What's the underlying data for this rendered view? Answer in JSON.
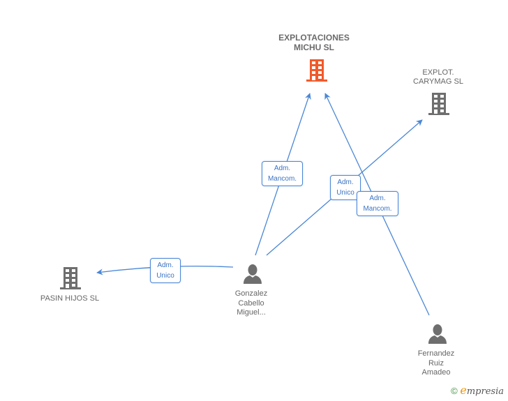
{
  "colors": {
    "edge": "#4a87d6",
    "main_company": "#f15a2b",
    "company": "#6e6e6e",
    "person": "#6e6e6e"
  },
  "nodes": {
    "explotaciones_michu": {
      "label_line1": "EXPLOTACIONES",
      "label_line2": "MICHU SL",
      "icon": "building-icon",
      "highlight": true
    },
    "explot_carymag": {
      "label_line1": "EXPLOT.",
      "label_line2": "CARYMAG SL",
      "icon": "building-icon"
    },
    "pasin_hijos": {
      "label_line1": "PASIN HIJOS SL",
      "icon": "building-icon"
    },
    "gonzalez_cabello": {
      "label_line1": "Gonzalez",
      "label_line2": "Cabello",
      "label_line3": "Miguel...",
      "icon": "person-icon"
    },
    "fernandez_ruiz": {
      "label_line1": "Fernandez",
      "label_line2": "Ruiz",
      "label_line3": "Amadeo",
      "icon": "person-icon"
    }
  },
  "edges": [
    {
      "from": "gonzalez_cabello",
      "to": "explotaciones_michu",
      "label_line1": "Adm.",
      "label_line2": "Mancom."
    },
    {
      "from": "gonzalez_cabello",
      "to": "explot_carymag",
      "label_line1": "Adm.",
      "label_line2": "Unico"
    },
    {
      "from": "fernandez_ruiz",
      "to": "explotaciones_michu",
      "label_line1": "Adm.",
      "label_line2": "Mancom."
    },
    {
      "from": "gonzalez_cabello",
      "to": "pasin_hijos",
      "label_line1": "Adm.",
      "label_line2": "Unico"
    }
  ],
  "footer": {
    "copyright_symbol": "©",
    "brand_initial": "e",
    "brand_rest": "mpresia"
  }
}
